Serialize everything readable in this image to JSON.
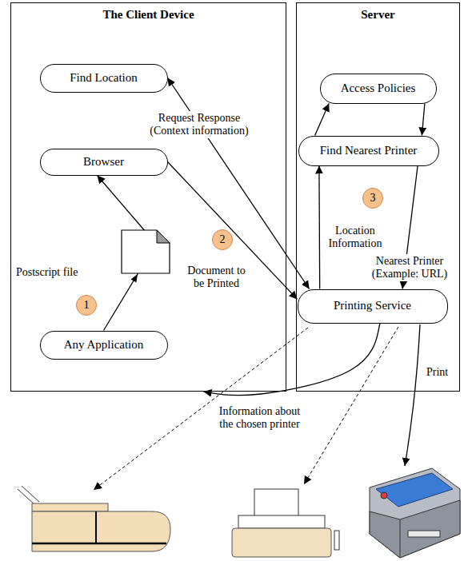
{
  "diagram": {
    "nodes": [
      {
        "text": [
          "The Client Device"
        ]
      },
      {
        "text": [
          "Find Location"
        ],
        "in": 0
      },
      {
        "text": [
          "Browser"
        ],
        "in": 0
      },
      {
        "text": [
          "Any Application"
        ],
        "in": 0
      },
      {
        "text": [
          "Server"
        ]
      },
      {
        "text": [
          "Access Policies"
        ],
        "in": 4
      },
      {
        "text": [
          "Find Nearest Printer"
        ],
        "in": 4
      },
      {
        "text": [
          "Printing Service"
        ],
        "in": 4
      }
    ],
    "edges": [
      {
        "from": 1,
        "to": 7,
        "arrow": "both",
        "label": "Request Response (Context information)"
      },
      {
        "from": 2,
        "to": 7,
        "arrow": "to",
        "label": "Document to be Printed"
      },
      {
        "from": 3,
        "to": 2,
        "arrow": "to"
      },
      {
        "from": 7,
        "to": 6,
        "arrow": "to",
        "label": "Location Information"
      },
      {
        "from": 6,
        "to": 5,
        "arrow": "to"
      },
      {
        "from": 5,
        "to": 6,
        "arrow": "to"
      },
      {
        "from": 6,
        "to": 7,
        "arrow": "to",
        "label": "Nearest Printer (Example: URL)"
      },
      {
        "from": 7,
        "to": 0,
        "arrow": "to",
        "label": "Information about the chosen printer"
      }
    ],
    "labels": [
      "1",
      "2",
      "3",
      "Postscript file",
      "Print"
    ]
  }
}
